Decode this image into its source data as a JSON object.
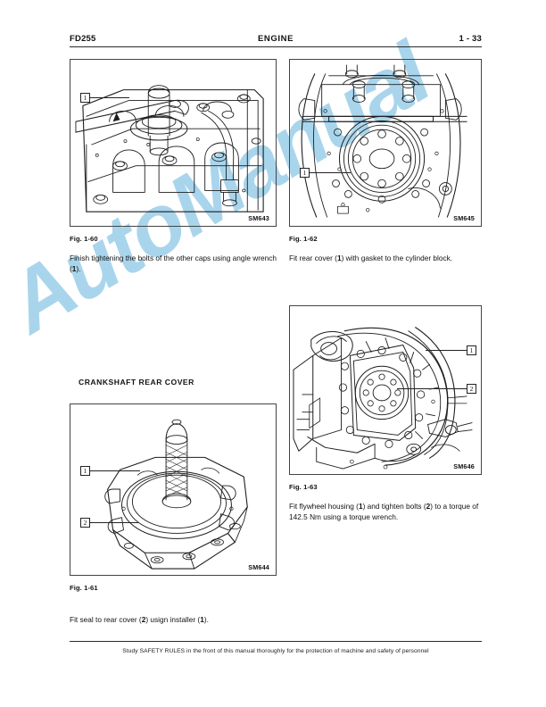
{
  "header": {
    "model_code": "FD255",
    "section_title": "ENGINE",
    "page_number": "1 - 33"
  },
  "footer": {
    "safety_note": "Study SAFETY RULES in the front of this manual thoroughly for the protection of machine and safety of personnel"
  },
  "section_heading": "CRANKSHAFT REAR COVER",
  "watermark": {
    "text": "AutoManual",
    "color": "#a9d5ec"
  },
  "figures": {
    "fig_1_60": {
      "label": "Fig. 1-60",
      "image_code": "SM643",
      "caption_part1": "Finish tightening the bolts of the other caps using angle wrench (",
      "caption_bold": "1",
      "caption_part2": ").",
      "callouts": [
        "1"
      ],
      "subject": "cylinder block main bearing caps with angle wrench"
    },
    "fig_1_62": {
      "label": "Fig. 1-62",
      "image_code": "SM645",
      "caption_part1": "Fit rear cover (",
      "caption_bold": "1",
      "caption_part2": ") with gasket to the cylinder block.",
      "callouts": [
        "1"
      ],
      "subject": "rear cover fitted to cylinder block"
    },
    "fig_1_61": {
      "label": "Fig. 1-61",
      "image_code": "SM644",
      "caption_part1": "Fit seal to rear cover (",
      "caption_bold1": "2",
      "caption_part2": ") usign installer (",
      "caption_bold2": "1",
      "caption_part3": ").",
      "callouts": [
        "1",
        "2"
      ],
      "subject": "crankshaft rear cover with seal installer tool"
    },
    "fig_1_63": {
      "label": "Fig. 1-63",
      "image_code": "SM646",
      "caption_part1": "Fit flywheel housing (",
      "caption_bold1": "1",
      "caption_part2": ") and tighten bolts (",
      "caption_bold2": "2",
      "caption_part3": ") to a torque of 142.5 Nm using a torque wrench.",
      "callouts": [
        "1",
        "2"
      ],
      "torque_value": "142.5 Nm",
      "subject": "flywheel housing mounted on engine block"
    }
  }
}
